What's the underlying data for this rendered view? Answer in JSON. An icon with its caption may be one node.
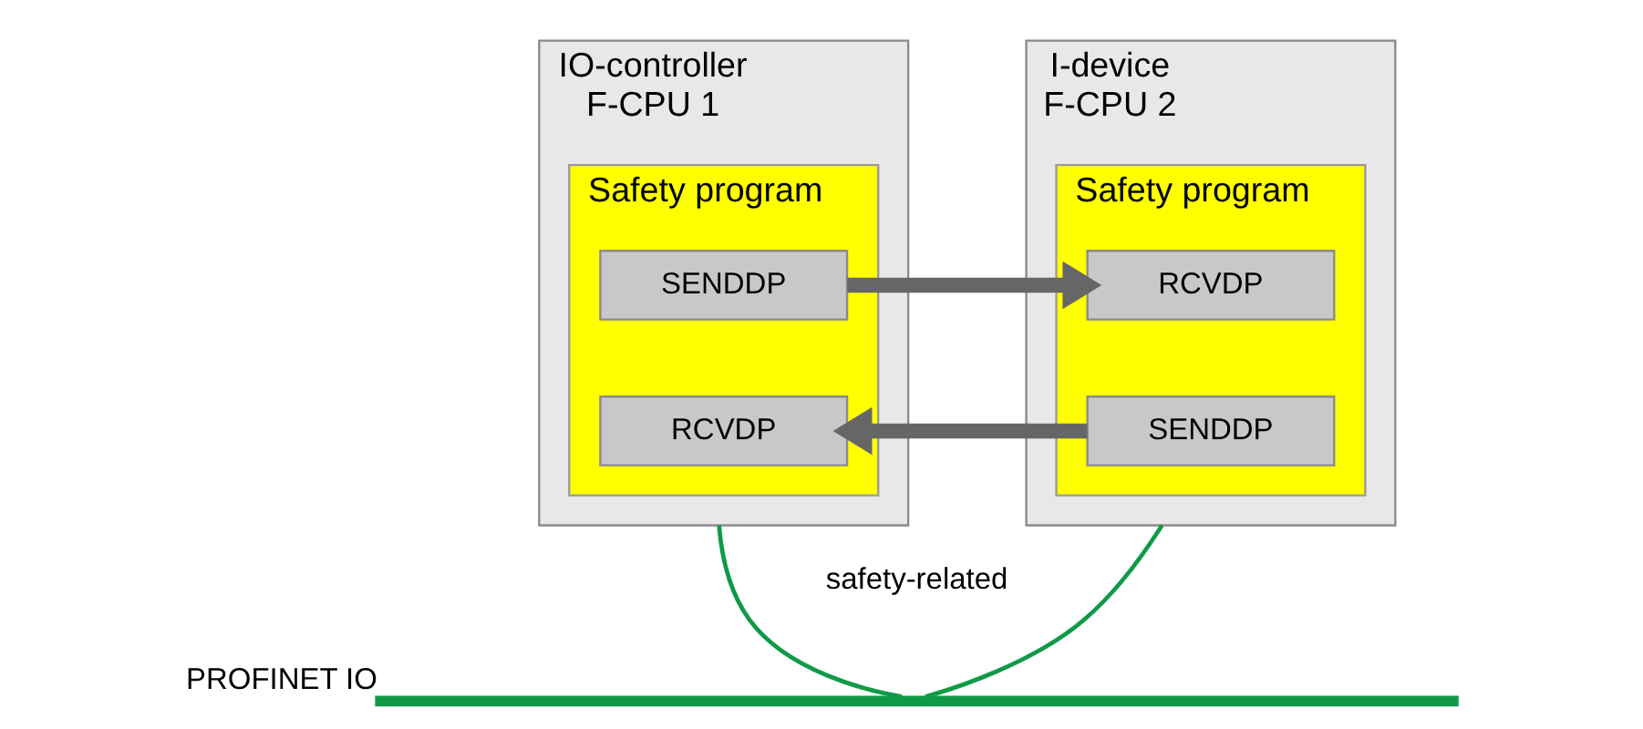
{
  "diagram": {
    "nodes": [
      {
        "text": [
          "IO-controller",
          "F-CPU 1"
        ]
      },
      {
        "text": [
          "Safety program"
        ],
        "in": 0
      },
      {
        "text": [
          "SENDDP"
        ],
        "in": 1
      },
      {
        "text": [
          "RCVDP"
        ],
        "in": 1
      },
      {
        "text": [
          "I-device",
          "F-CPU 2"
        ]
      },
      {
        "text": [
          "Safety program"
        ],
        "in": 4
      },
      {
        "text": [
          "RCVDP"
        ],
        "in": 5
      },
      {
        "text": [
          "SENDDP"
        ],
        "in": 5
      },
      {
        "text": [],
        "shape": "bar",
        "beside": [
          "PROFINET IO"
        ]
      }
    ],
    "edges": [
      {
        "from": 2,
        "to": 6,
        "arrow": "to",
        "style": "thick"
      },
      {
        "from": 7,
        "to": 3,
        "arrow": "to",
        "style": "thick"
      },
      {
        "from": 0,
        "to": 8,
        "arrow": "none",
        "color": "#109a48"
      },
      {
        "from": 4,
        "to": 8,
        "arrow": "none",
        "color": "#109a48"
      }
    ],
    "labels": [
      "safety-related"
    ]
  }
}
